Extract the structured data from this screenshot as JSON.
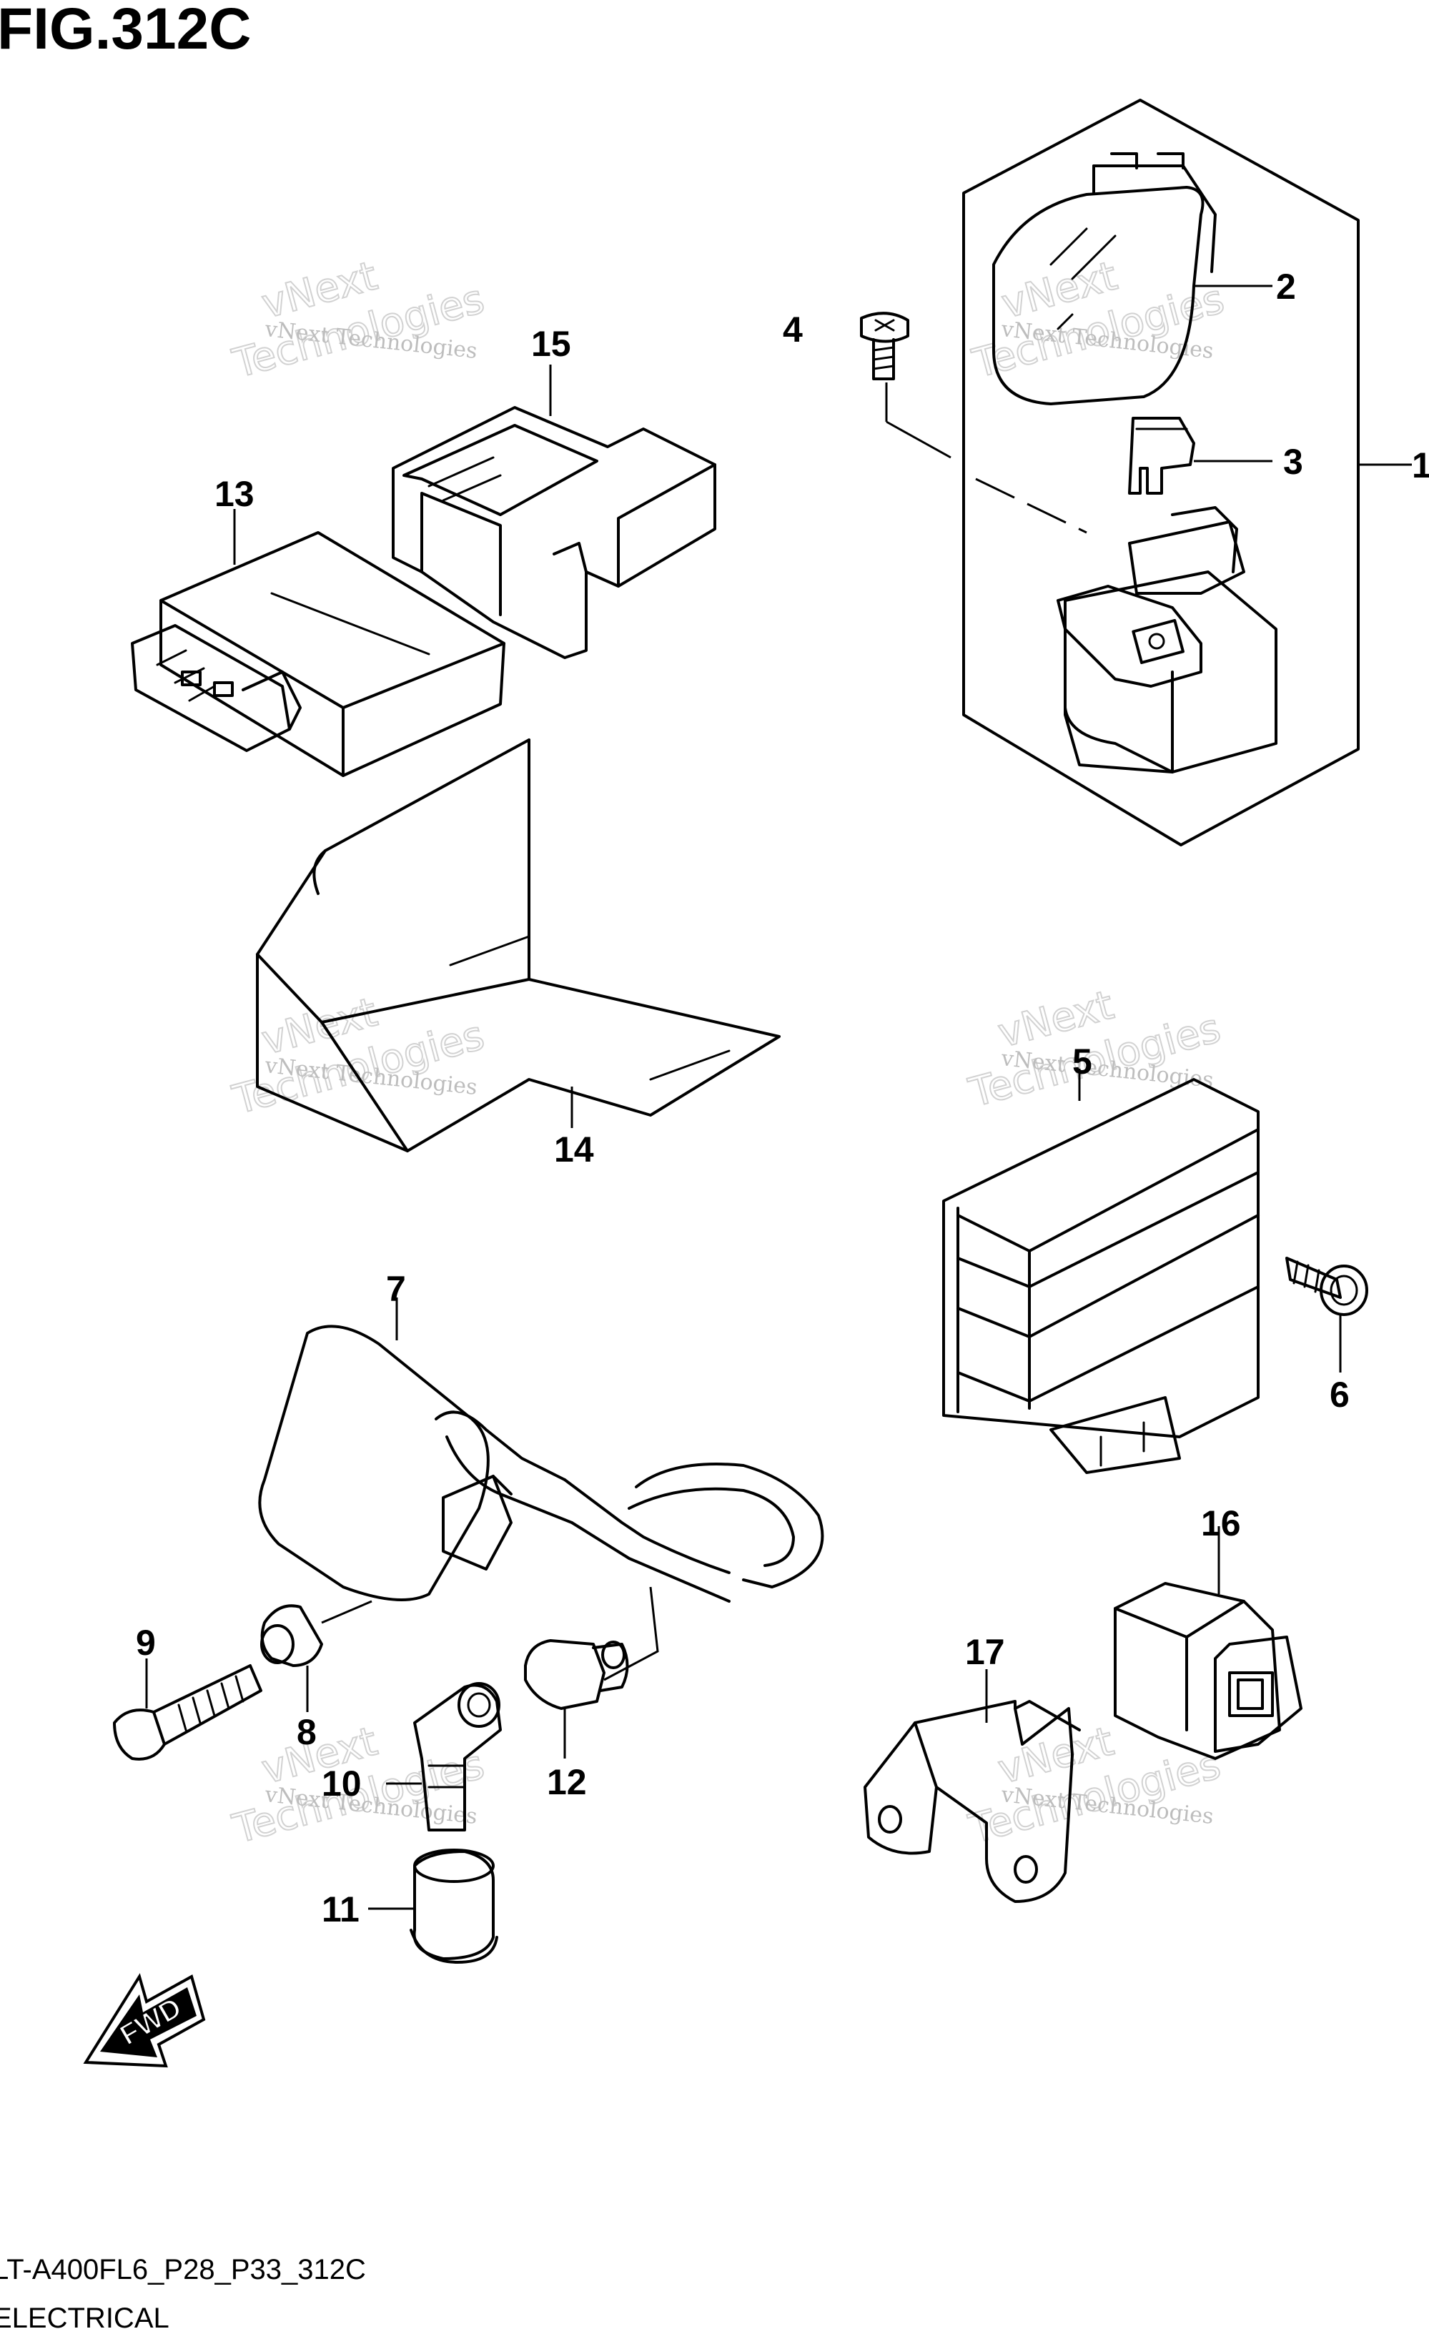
{
  "figure": {
    "title": "FIG.312C",
    "code": "LT-A400FL6_P28_P33_312C",
    "section": "ELECTRICAL"
  },
  "watermark": {
    "line1": "vNext",
    "line2": "Technologies",
    "small": "vNext Technologies"
  },
  "fwd_label": "FWD",
  "callouts": [
    "1",
    "2",
    "3",
    "4",
    "5",
    "6",
    "7",
    "8",
    "9",
    "10",
    "11",
    "12",
    "13",
    "14",
    "15",
    "16",
    "17"
  ]
}
